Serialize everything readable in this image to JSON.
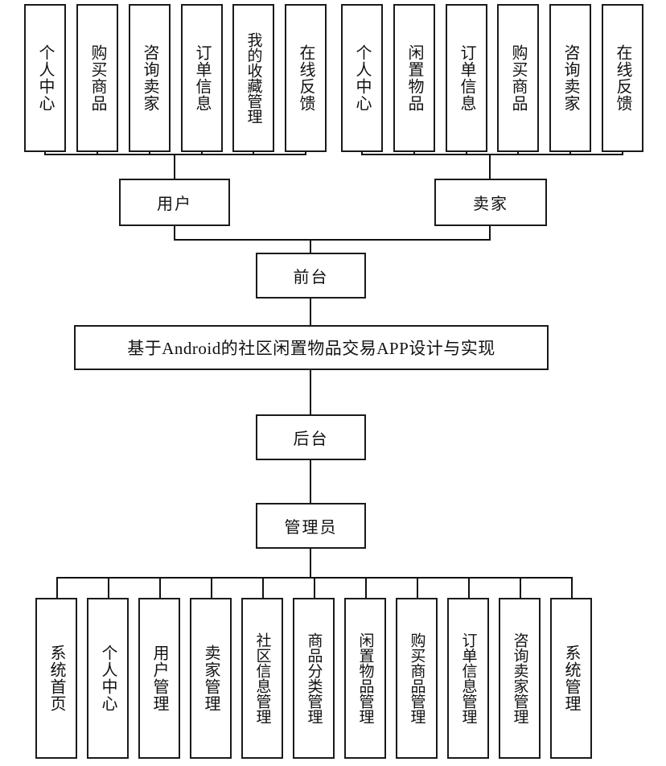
{
  "diagram": {
    "title": "基于Android的社区闲置物品交易APP设计与实现",
    "frontend_label": "前台",
    "backend_label": "后台",
    "user_label": "用户",
    "seller_label": "卖家",
    "admin_label": "管理员",
    "user_functions": [
      "个人中心",
      "购买商品",
      "咨询卖家",
      "订单信息",
      "我的收藏管理",
      "在线反馈"
    ],
    "seller_functions": [
      "个人中心",
      "闲置物品",
      "订单信息",
      "购买商品",
      "咨询卖家",
      "在线反馈"
    ],
    "admin_functions": [
      "系统首页",
      "个人中心",
      "用户管理",
      "卖家管理",
      "社区信息管理",
      "商品分类管理",
      "闲置物品管理",
      "购买商品管理",
      "订单信息管理",
      "咨询卖家管理",
      "系统管理"
    ],
    "colors": {
      "line": "#111111",
      "box_border": "#1a1a1a",
      "background": "#ffffff",
      "text": "#111111"
    }
  }
}
